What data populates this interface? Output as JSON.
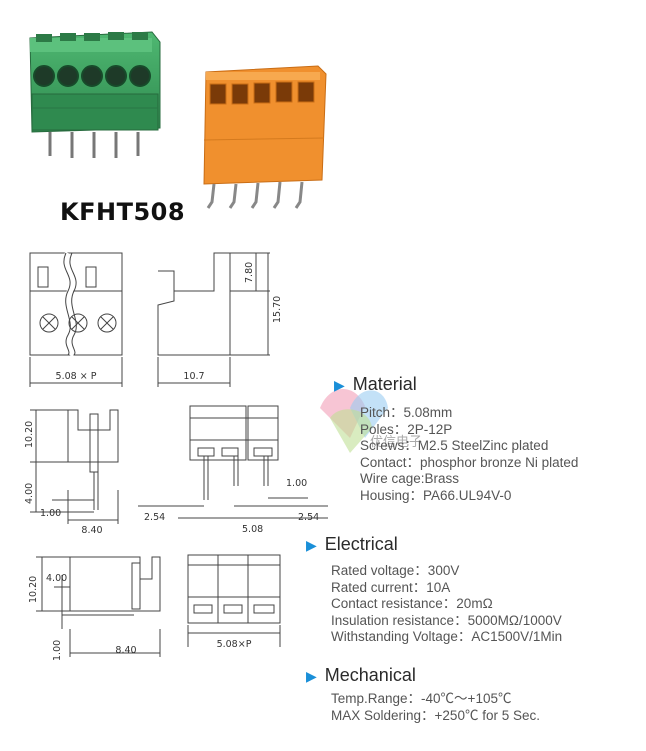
{
  "product": {
    "model": "KFHT508"
  },
  "dimensions": {
    "top_view_width": "5.08 × P",
    "side_view_depth": "10.7",
    "side_dim_a": "7.80",
    "side_dim_b": "15.70",
    "mid_left_height": "10.20",
    "mid_left_pin": "4.00",
    "mid_left_offset": "1.00",
    "mid_left_depth": "8.40",
    "mid_right_pin_offset": "1.00",
    "mid_right_left_margin": "2.54",
    "mid_right_pitch": "5.08",
    "mid_right_right_margin": "2.54",
    "bottom_left_height": "10.20",
    "bottom_left_pin": "4.00",
    "bottom_left_offset": "1.00",
    "bottom_left_depth": "8.40",
    "bottom_right_width": "5.08×P"
  },
  "watermark_text": "优信电子",
  "sections": {
    "material": {
      "heading": "Material",
      "lines": [
        "Pitch：5.08mm",
        "Poles：2P-12P",
        "Screws：M2.5 SteelZinc plated",
        "Contact：phosphor bronze Ni plated",
        "Wire cage:Brass",
        "Housing：PA66.UL94V-0"
      ]
    },
    "electrical": {
      "heading": "Electrical",
      "lines": [
        "Rated voltage：300V",
        "Rated current：10A",
        "Contact resistance：20mΩ",
        "Insulation resistance：5000MΩ/1000V",
        "Withstanding Voltage：AC1500V/1Min"
      ]
    },
    "mechanical": {
      "heading": "Mechanical",
      "lines": [
        "Temp.Range：-40℃～+105℃",
        "MAX Soldering：+250℃ for 5 Sec."
      ]
    }
  },
  "colors": {
    "green_connector": "#3a9a5c",
    "orange_connector": "#f08a2a",
    "accent_arrow": "#1a8fd8"
  }
}
